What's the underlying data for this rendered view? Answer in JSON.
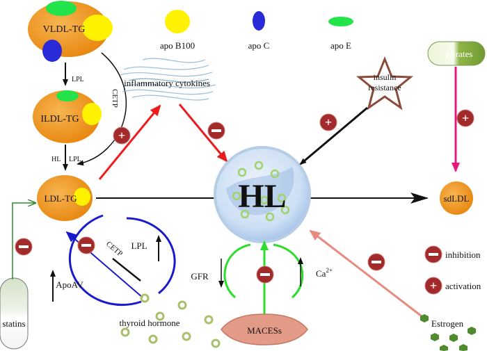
{
  "lipoproteins": {
    "vldl": "VLDL-TG",
    "ildl": "ILDL-TG",
    "ldl": "LDL-TG",
    "sdldl": "sdLDL"
  },
  "legend_apo": {
    "b100": "apo B100",
    "c": "apo C",
    "e": "apo E"
  },
  "enzymes": {
    "lpl_1": "LPL",
    "hl": "HL",
    "lpl_2": "LPL",
    "cetp_1": "CETP",
    "cetp_2": "CETP",
    "lpl_3": "LPL",
    "apoav": "ApoAV"
  },
  "center": {
    "label": "HL"
  },
  "factors": {
    "cytokines": "inflammatory cytokines",
    "insulin_line1": "insulin",
    "insulin_line2": "resistance",
    "fibrates": "fibrates",
    "statins": "statins",
    "thyroid": "thyroid hormone",
    "maces": "MACESs",
    "gfr": "GFR",
    "ca_base": "Ca",
    "ca_sup": "2+",
    "estrogen": "Estrogen"
  },
  "legend_effect": {
    "inhibition": "inhibition",
    "activation": "activation"
  },
  "colors": {
    "lipo_orange": "#f0941e",
    "apo_b100": "#fff200",
    "apo_c": "#2a2ad8",
    "apo_e": "#22e34a",
    "badge_red": "#a32a2a",
    "hl_blue": "#cfe0f5",
    "arrow_red": "#f01c1c",
    "arrow_blue": "#1a1acd",
    "arrow_green": "#2edc2e",
    "arrow_magenta": "#e8177f",
    "arrow_salmon": "#e88a82",
    "statins_green": "#2f8a2f",
    "fibrates_green": "#8fb548",
    "estrogen_green": "#4f8a2f",
    "maces_pink": "#e39a86"
  }
}
